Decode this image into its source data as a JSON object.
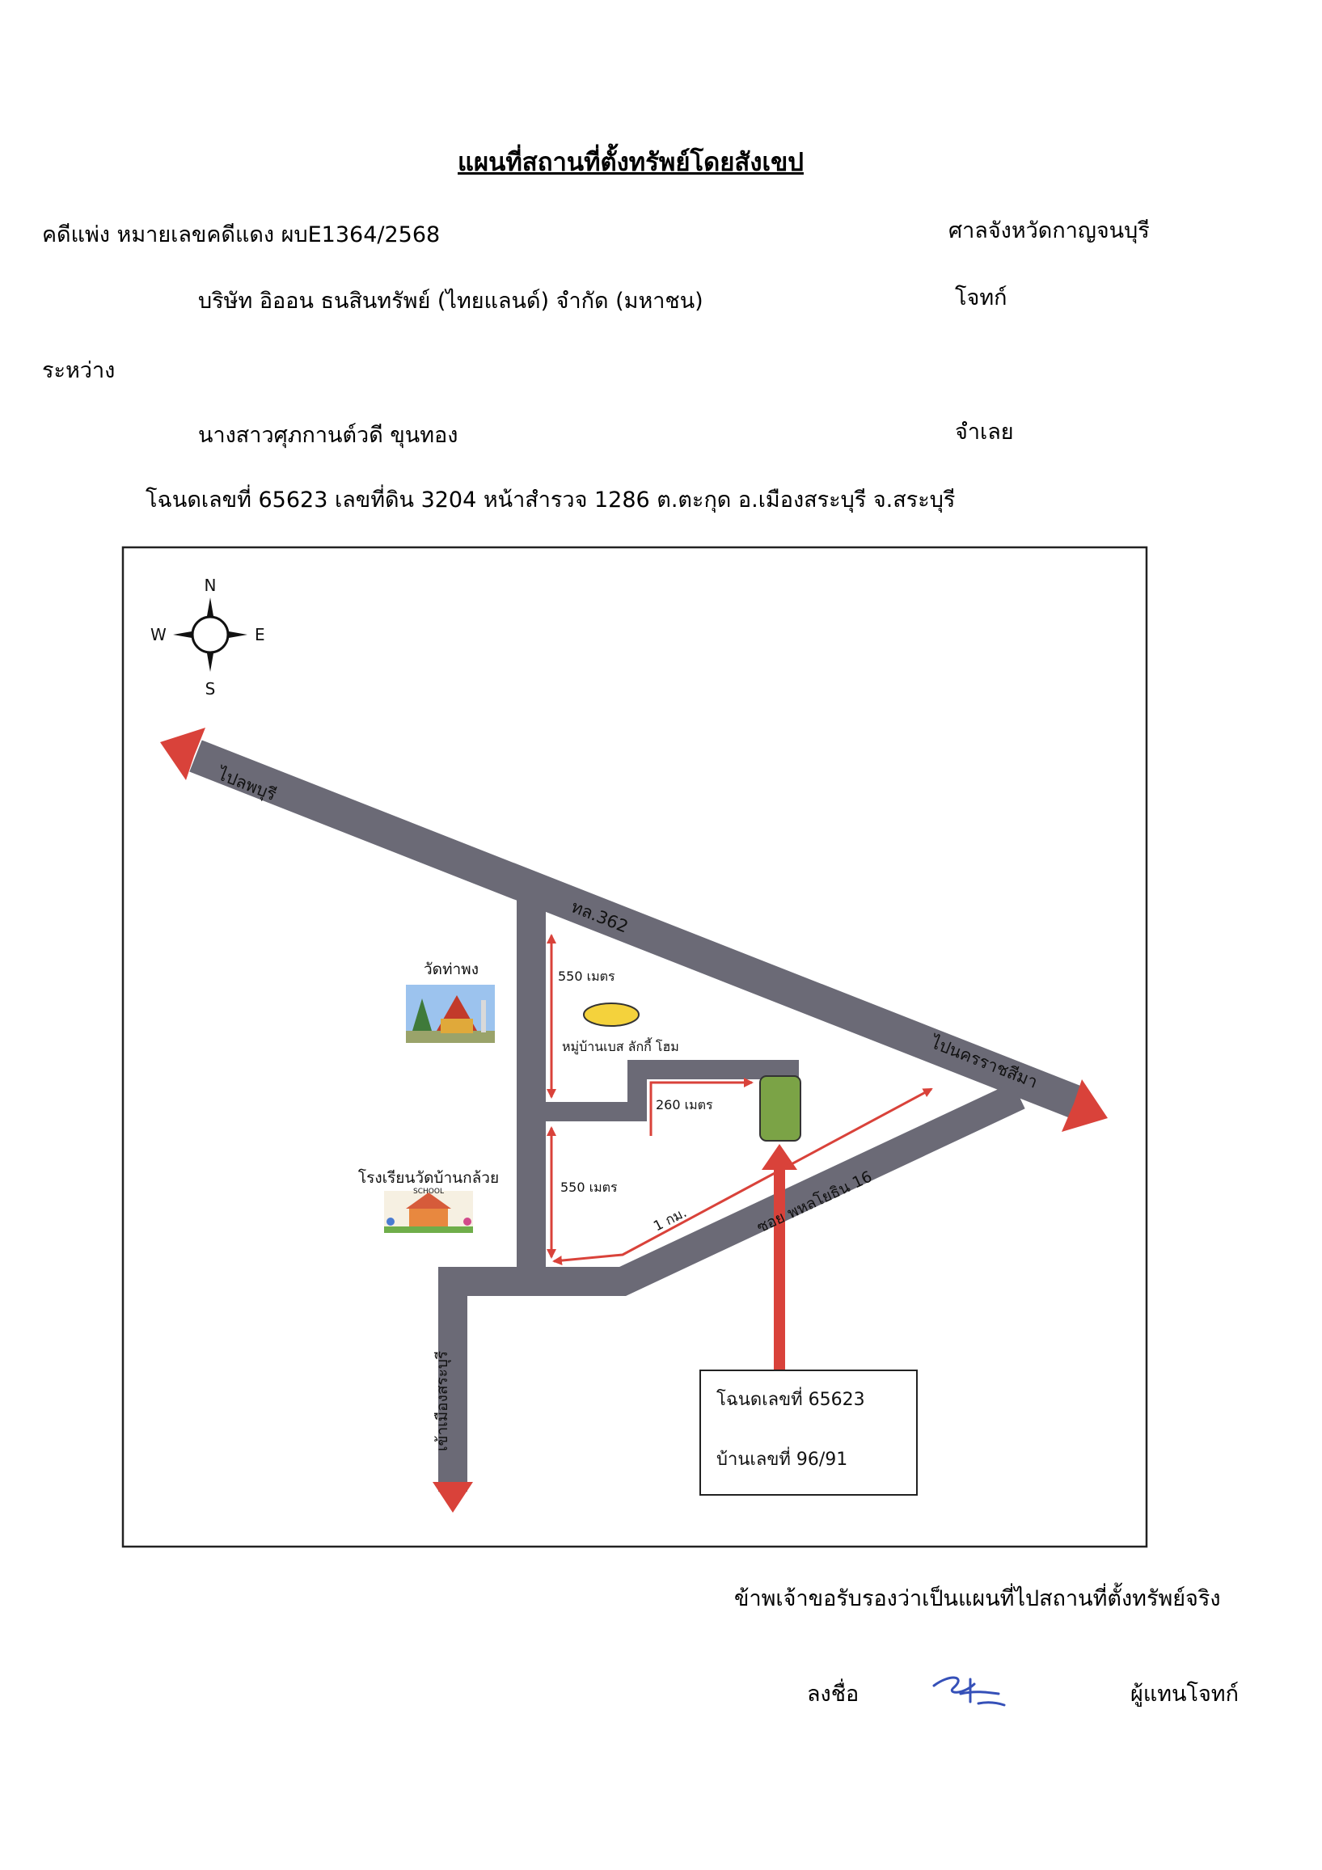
{
  "header": {
    "title": "แผนที่สถานที่ตั้งทรัพย์โดยสังเขป",
    "case_line": "คดีแพ่ง  หมายเลขคดีแดง  ผบE1364/2568",
    "court": "ศาลจังหวัดกาญจนบุรี",
    "plaintiff_name": "บริษัท อิออน ธนสินทรัพย์ (ไทยแลนด์) จำกัด (มหาชน)",
    "plaintiff_role": "โจทก์",
    "between": "ระหว่าง",
    "defendant_name": "นางสาวศุภกานต์วดี   ขุนทอง",
    "defendant_role": "จำเลย",
    "deed_line": "โฉนดเลขที่  65623  เลขที่ดิน  3204  หน้าสำรวจ  1286   ต.ตะกุด   อ.เมืองสระบุรี   จ.สระบุรี"
  },
  "map": {
    "compass": {
      "n": "N",
      "s": "S",
      "e": "E",
      "w": "W"
    },
    "road_to_lopburi": "ไปลพบุรี",
    "road_code": "ทล.362",
    "road_to_korat": "ไปนครราชสีมา",
    "soi_label": "ซอย พหลโยธิน 16",
    "to_city": "เข้าเมืองสระบุรี",
    "temple": "วัดท่าพง",
    "school": "โรงเรียนวัดบ้านกล้วย",
    "school_sign": "SCHOOL",
    "village": "หมู่บ้านเบส ลักกี้ โฮม",
    "dist_550_a": "550 เมตร",
    "dist_260": "260 เมตร",
    "dist_550_b": "550 เมตร",
    "dist_1km": "1 กม.",
    "deed_box_line1": "โฉนดเลขที่ 65623",
    "deed_box_line2": "บ้านเลขที่ 96/91",
    "colors": {
      "road": "#6b6a76",
      "arrow": "#d9423a",
      "parcel": "#7ba346",
      "village": "#f4d23c"
    }
  },
  "footer": {
    "certify": "ข้าพเจ้าขอรับรองว่าเป็นแผนที่ไปสถานที่ตั้งทรัพย์จริง",
    "sign_label": "ลงชื่อ",
    "sign_role": "ผู้แทนโจทก์"
  }
}
